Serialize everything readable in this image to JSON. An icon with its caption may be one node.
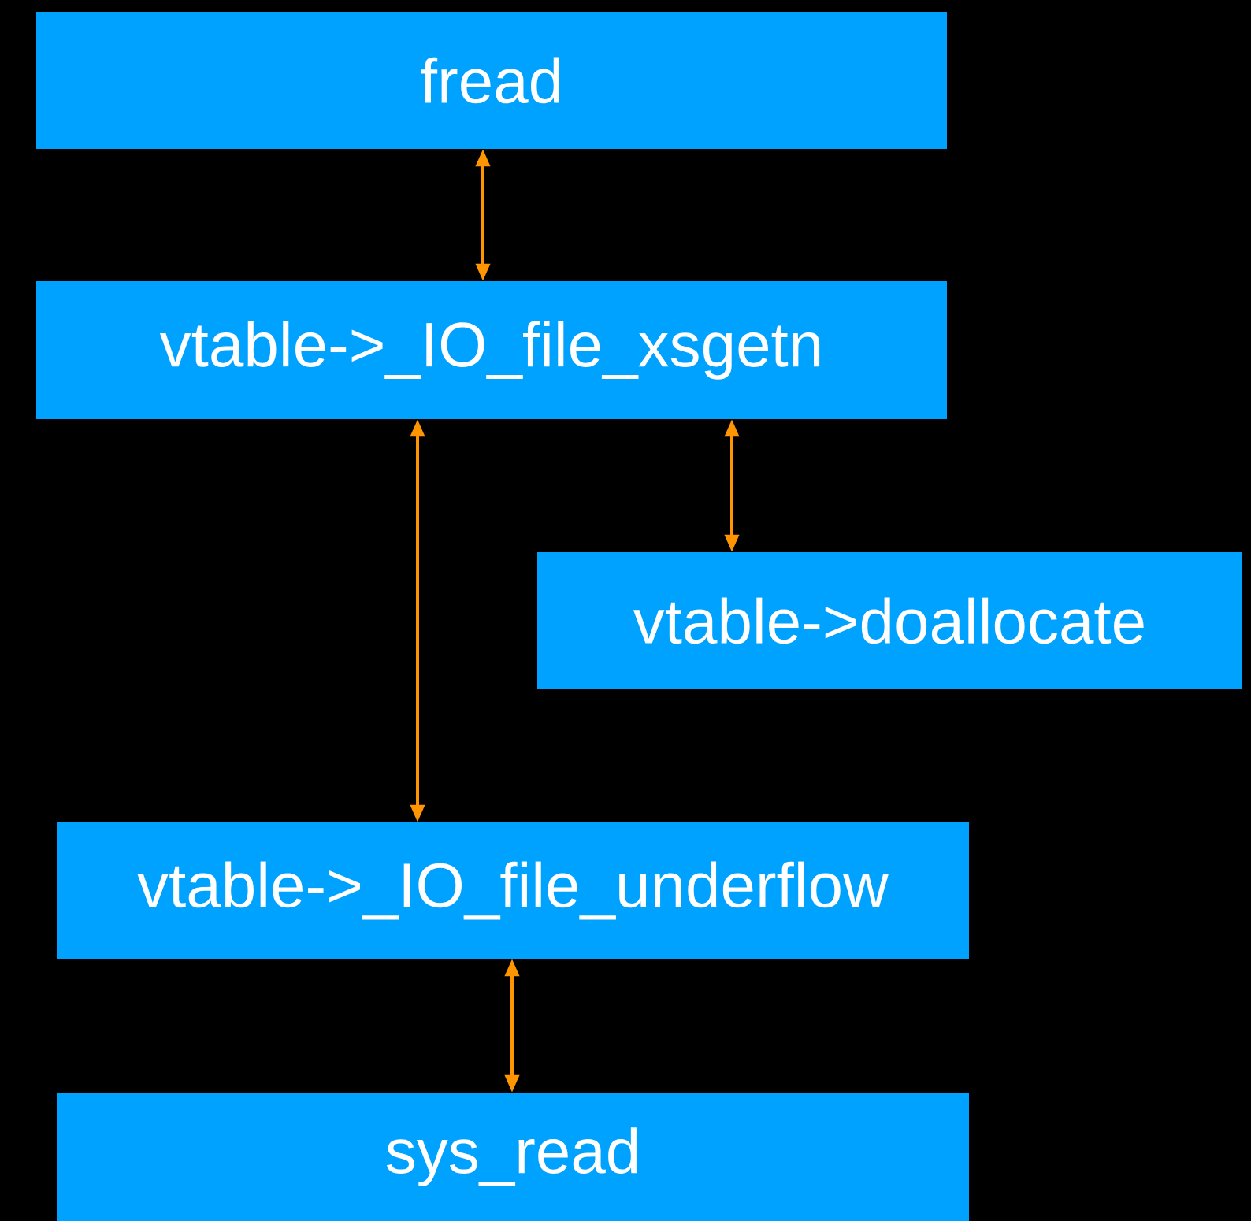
{
  "diagram": {
    "nodes": [
      {
        "text": [
          "fread"
        ]
      },
      {
        "text": [
          "vtable->_IO_file_xsgetn"
        ]
      },
      {
        "text": [
          "vtable->doallocate"
        ]
      },
      {
        "text": [
          "vtable->_IO_file_underflow"
        ]
      },
      {
        "text": [
          "sys_read"
        ]
      }
    ],
    "edges": [
      {
        "from": 0,
        "to": 1,
        "arrow": "both"
      },
      {
        "from": 1,
        "to": 3,
        "arrow": "both"
      },
      {
        "from": 1,
        "to": 2,
        "arrow": "both"
      },
      {
        "from": 3,
        "to": 4,
        "arrow": "both"
      }
    ]
  }
}
